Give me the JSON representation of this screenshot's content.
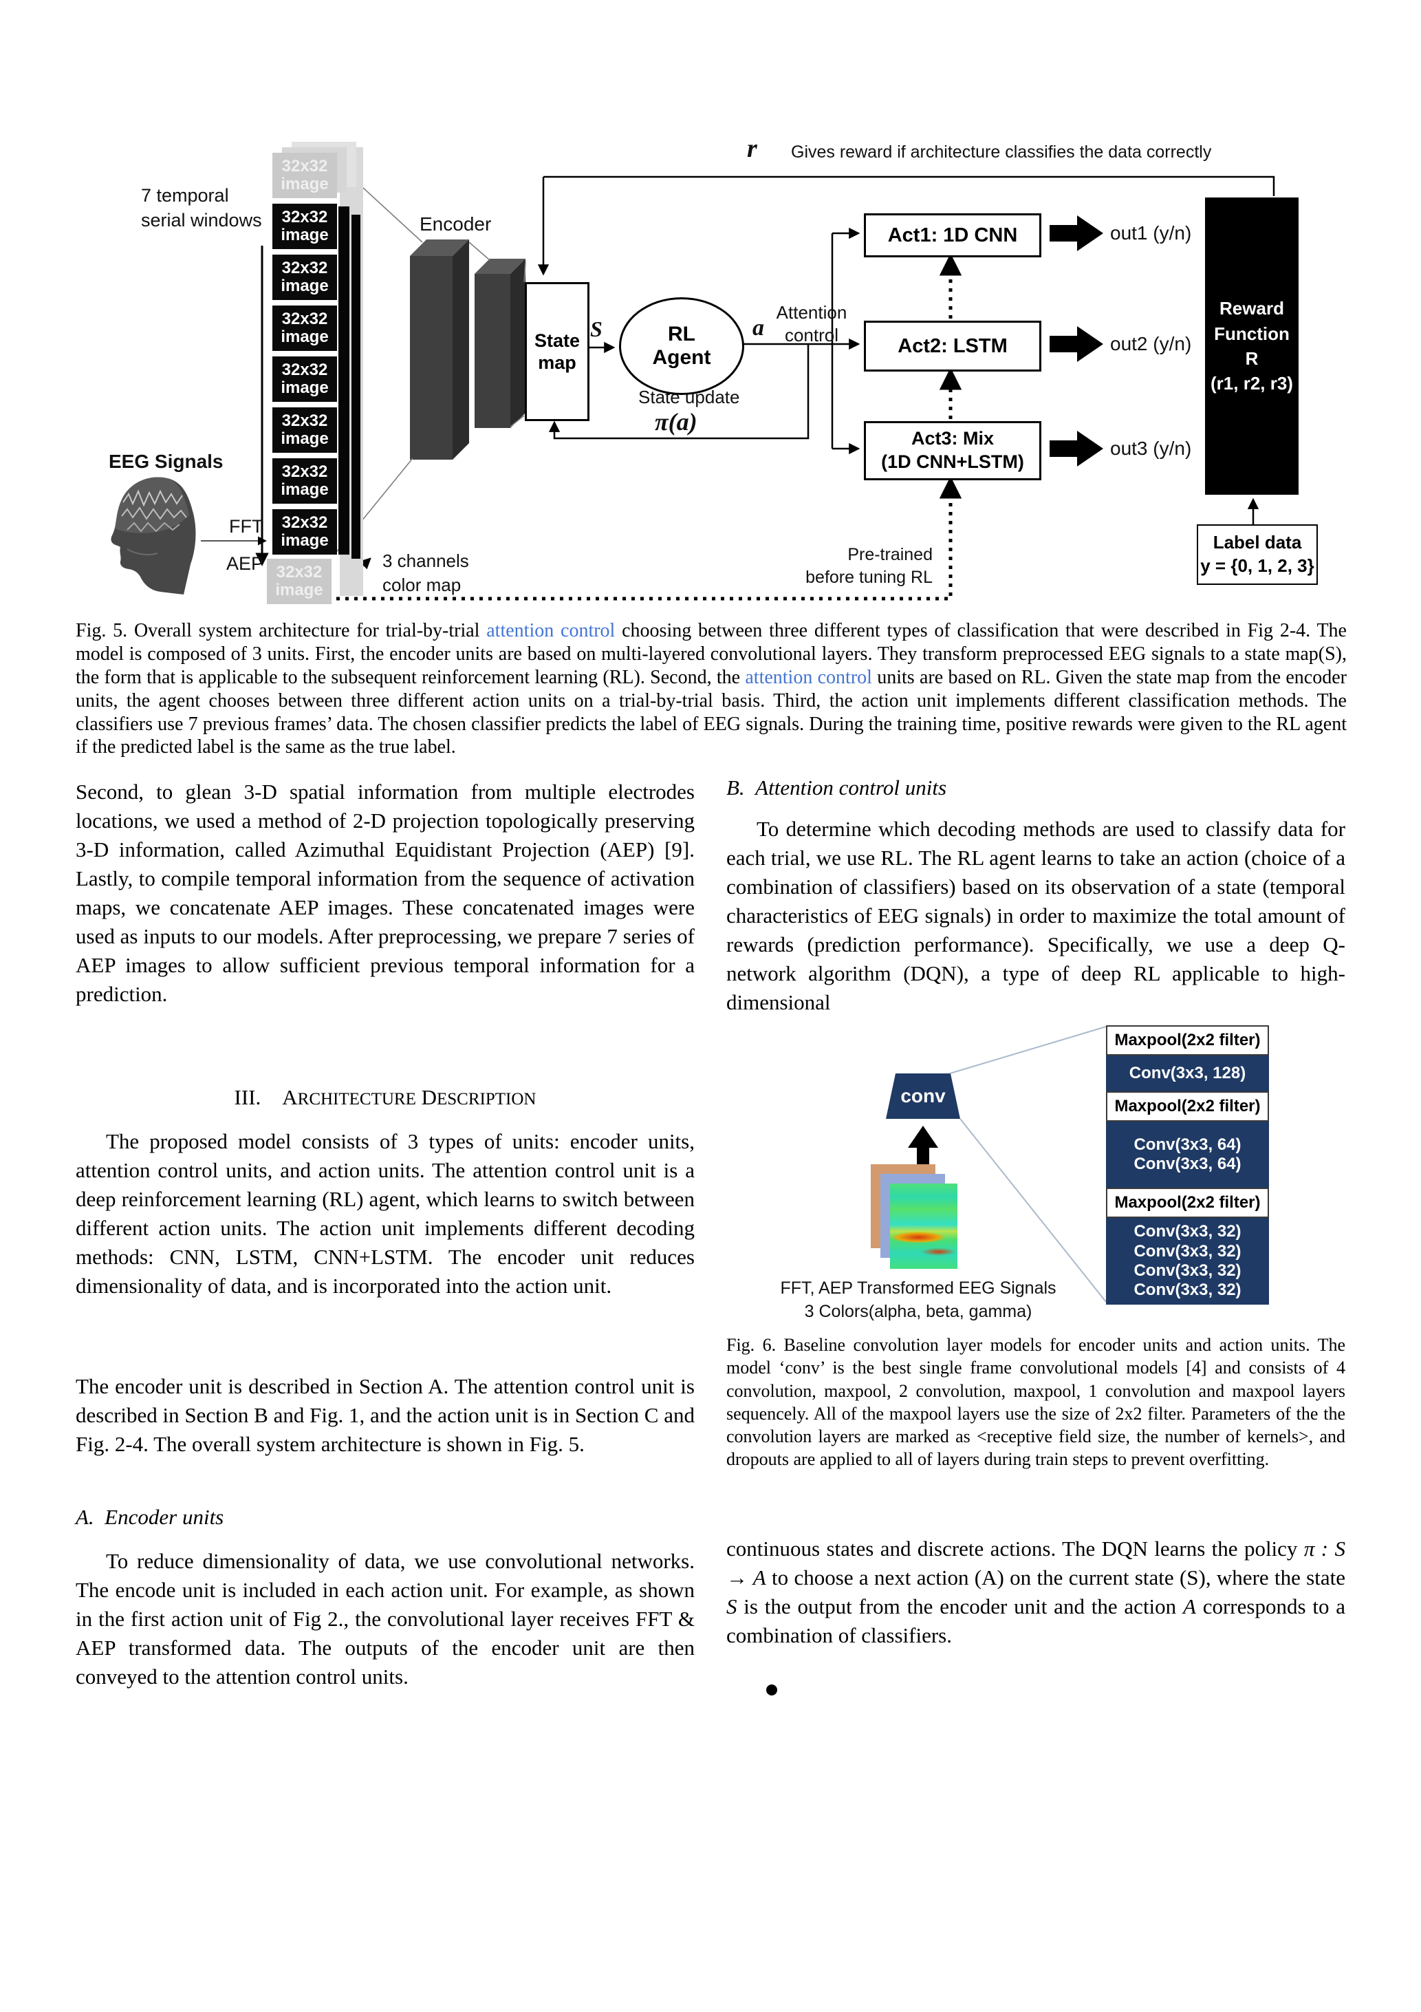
{
  "colors": {
    "link_blue": "#4374d4",
    "conv_navy": "#1f3a64",
    "reward_box": "#000000",
    "image_box": "#0a0a0a",
    "ghost_gray": "#c9c9c9"
  },
  "fig5": {
    "reward_symbol": "r",
    "reward_note": "Gives reward if architecture classifies the data correctly",
    "temporal_label": "7 temporal\nserial windows",
    "image_box_label": "32x32\nimage",
    "eeg_label": "EEG Signals",
    "fft_label": "FFT",
    "aep_label": "AEP",
    "channels_note": "3 channels\ncolor map",
    "encoder_label": "Encoder",
    "state_map_label": "State\nmap",
    "s_symbol": "S",
    "rl_agent_label": "RL\nAgent",
    "a_symbol": "a",
    "attention_control_label": "Attention\ncontrol",
    "state_update_label": "State update",
    "pi_label": "π(a)",
    "acts": [
      {
        "label": "Act1: 1D CNN",
        "out": "out1 (y/n)"
      },
      {
        "label": "Act2: LSTM",
        "out": "out2 (y/n)"
      },
      {
        "label": "Act3: Mix\n(1D CNN+LSTM)",
        "out": "out3 (y/n)"
      }
    ],
    "reward_function_label": "Reward\nFunction\nR\n(r1, r2, r3)",
    "label_data_label": "Label data\ny = {0, 1, 2, 3}",
    "pretrained_note": "Pre-trained\nbefore tuning RL"
  },
  "fig5_caption_segments": [
    {
      "t": "Fig. 5.  Overall system architecture for trial-by-trial "
    },
    {
      "t": "attention control",
      "s": "link"
    },
    {
      "t": " choosing between three different types of classification that were described in Fig 2-4. The model is composed of 3 units. First, the encoder units are based on multi-layered convolutional layers. They transform preprocessed EEG signals to a state map(S), the form that is applicable to the subsequent reinforcement learning (RL). Second, the "
    },
    {
      "t": "attention control",
      "s": "link"
    },
    {
      "t": " units are based on RL. Given the state map from the encoder units, the agent chooses between three different action units on a trial-by-trial basis. Third, the action unit implements different classification methods. The classifiers use 7 previous frames’ data. The chosen classifier predicts the label of EEG signals. During the training time, positive rewards were given to the RL agent if the predicted label is the same as the true label."
    }
  ],
  "left_column": {
    "p1": "Second, to glean 3-D spatial information from multiple electrodes locations, we used a method of 2-D projection topologically preserving 3-D information, called Azimuthal Equidistant Projection (AEP) [9]. Lastly, to compile temporal information from the sequence of activation maps, we concatenate AEP images. These concatenated images were used as inputs to our models. After preprocessing, we prepare 7 series of AEP images to allow sufficient previous temporal information for a prediction.",
    "section_heading_segments": [
      {
        "t": "III.  A"
      },
      {
        "t": "RCHITECTURE",
        "s": "sc"
      },
      {
        "t": " D"
      },
      {
        "t": "ESCRIPTION",
        "s": "sc"
      }
    ],
    "p2": "The proposed model consists of 3 types of units: encoder units, attention control units, and action units. The attention control unit is a deep reinforcement learning (RL) agent, which learns to switch between different action units. The action unit implements different decoding methods: CNN, LSTM, CNN+LSTM. The encoder unit reduces dimensionality of data, and is incorporated into the action unit.",
    "p3": "The encoder unit is described in Section A. The attention control unit is described in Section B and Fig. 1, and the action unit is in Section C and Fig. 2-4. The overall system architecture is shown in Fig. 5.",
    "subsection_a": "A. Encoder units",
    "p4": "To reduce dimensionality of data, we use convolutional networks. The encode unit is included in each action unit. For example, as shown in the first action unit of Fig 2., the convolutional layer receives FFT & AEP transformed data. The outputs of the encoder unit are then conveyed to the attention control units."
  },
  "right_column": {
    "subsection_b": "B. Attention control units",
    "p5": "To determine which decoding methods are used to classify data for each trial, we use RL. The RL agent learns to take an action (choice of a combination of classifiers) based on its observation of a state (temporal characteristics of EEG signals) in order to maximize the total amount of rewards (prediction performance). Specifically, we use a deep Q-network algorithm (DQN), a type of deep RL applicable to high-dimensional",
    "fig6": {
      "conv_label": "conv",
      "rows": [
        {
          "text": "Maxpool(2x2 filter)"
        },
        {
          "text": "Conv(3x3, 128)"
        },
        {
          "text": "Maxpool(2x2 filter)"
        },
        {
          "text": "Conv(3x3, 64)\nConv(3x3, 64)"
        },
        {
          "text": "Maxpool(2x2 filter)"
        },
        {
          "text": "Conv(3x3, 32)\nConv(3x3, 32)\nConv(3x3, 32)\nConv(3x3, 32)"
        }
      ],
      "input_label": "FFT, AEP Transformed EEG Signals\n3 Colors(alpha, beta, gamma)"
    },
    "fig6_caption": "Fig. 6. Baseline convolution layer models for encoder units and action units. The model ‘conv’ is the best single frame convolutional models [4] and consists of 4 convolution, maxpool, 2 convolution, maxpool, 1 convolution and maxpool layers sequencely. All of the maxpool layers use the size of 2x2 filter. Parameters of the the convolution layers are marked as <receptive field size, the number of kernels>,  and dropouts are applied to all of layers during train steps to prevent overfitting.",
    "p6_segments": [
      {
        "t": "continuous states and discrete actions. The DQN learns the policy "
      },
      {
        "t": "π : S → A",
        "s": "italic"
      },
      {
        "t": "  to choose a next action (A) on the current state (S), where the state "
      },
      {
        "t": "S",
        "s": "italic"
      },
      {
        "t": " is the output from the encoder unit and the action "
      },
      {
        "t": "A",
        "s": "italic"
      },
      {
        "t": " corresponds to a combination of classifiers."
      }
    ],
    "bullet": "•"
  }
}
